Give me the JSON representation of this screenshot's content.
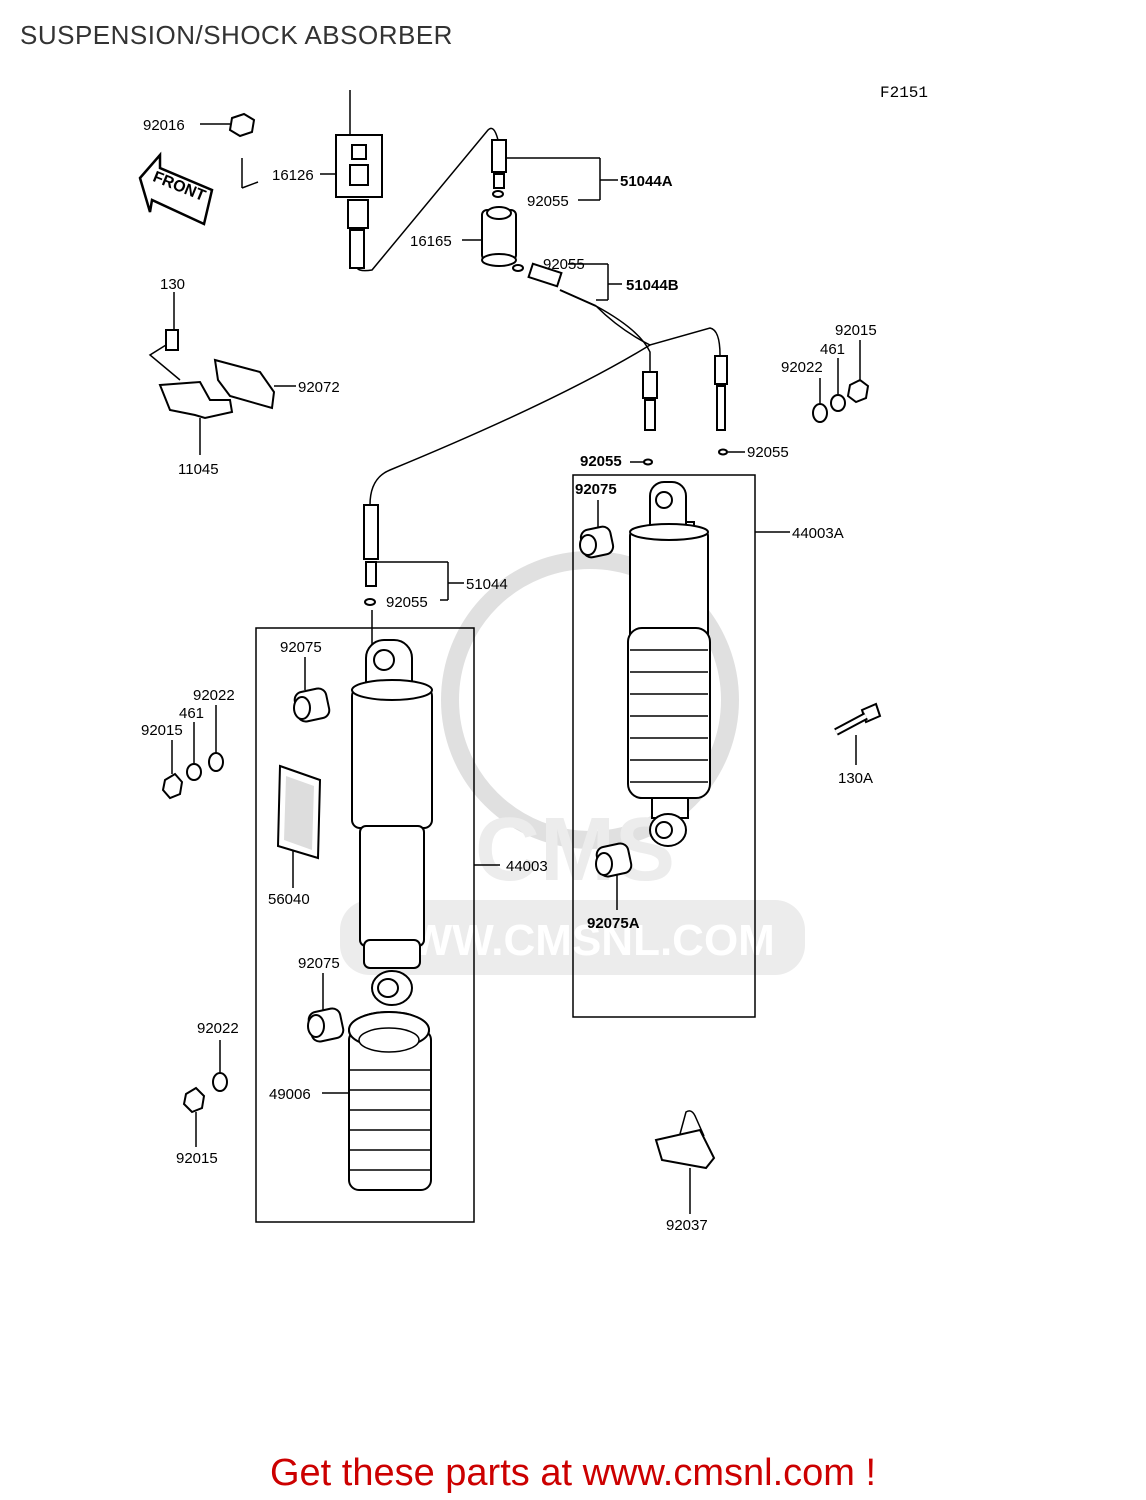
{
  "title": "SUSPENSION/SHOCK ABSORBER",
  "diagram_code": "F2151",
  "front_label": "FRONT",
  "watermark": {
    "text": "WWW.CMSNL.COM",
    "logo": "CMS"
  },
  "footer": "Get these parts at www.cmsnl.com !",
  "colors": {
    "footer": "#cc0000",
    "title": "#333333",
    "watermark": "#e0e0e0"
  },
  "labels": {
    "p92016": "92016",
    "p16126": "16126",
    "p51044A": "51044A",
    "p92055a": "92055",
    "p16165": "16165",
    "p92055b": "92055",
    "p51044B": "51044B",
    "p130": "130",
    "p92072": "92072",
    "p11045": "11045",
    "p92015a": "92015",
    "p461a": "461",
    "p92022a": "92022",
    "p92055c": "92055",
    "p92055d": "92055",
    "p92075a": "92075",
    "p44003A": "44003A",
    "p51044": "51044",
    "p92055e": "92055",
    "p92075b": "92075",
    "p92022b": "92022",
    "p461b": "461",
    "p92015b": "92015",
    "p130A": "130A",
    "p56040": "56040",
    "p44003": "44003",
    "p92075A": "92075A",
    "p92075c": "92075",
    "p92022c": "92022",
    "p49006": "49006",
    "p92015c": "92015",
    "p92037": "92037"
  }
}
